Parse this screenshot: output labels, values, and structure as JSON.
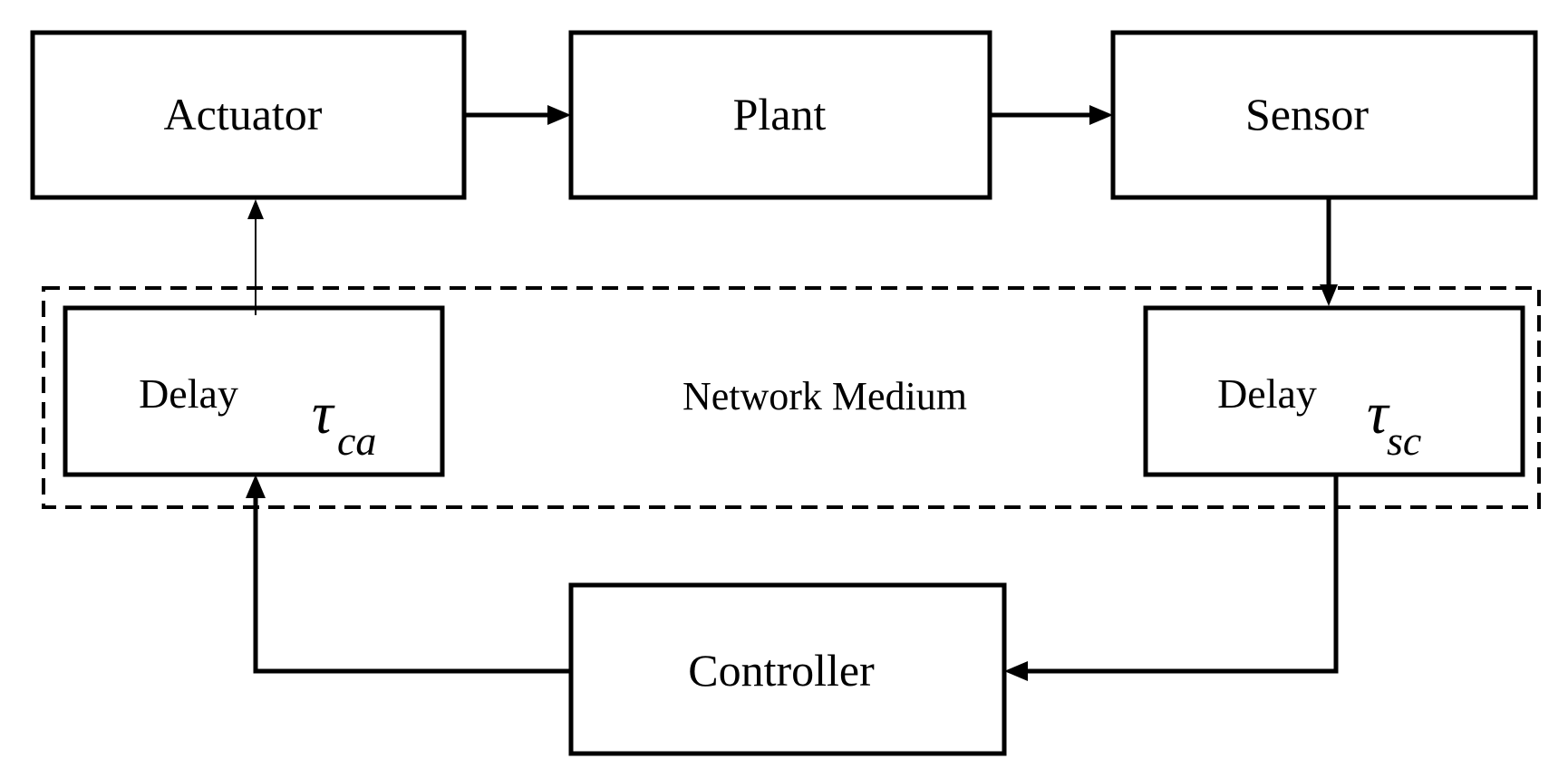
{
  "blocks": {
    "actuator": "Actuator",
    "plant": "Plant",
    "sensor": "Sensor",
    "controller": "Controller",
    "delay_ca": {
      "label": "Delay",
      "symbol": "τ",
      "subscript": "ca"
    },
    "delay_sc": {
      "label": "Delay",
      "symbol": "τ",
      "subscript": "sc"
    }
  },
  "network_label": "Network Medium"
}
